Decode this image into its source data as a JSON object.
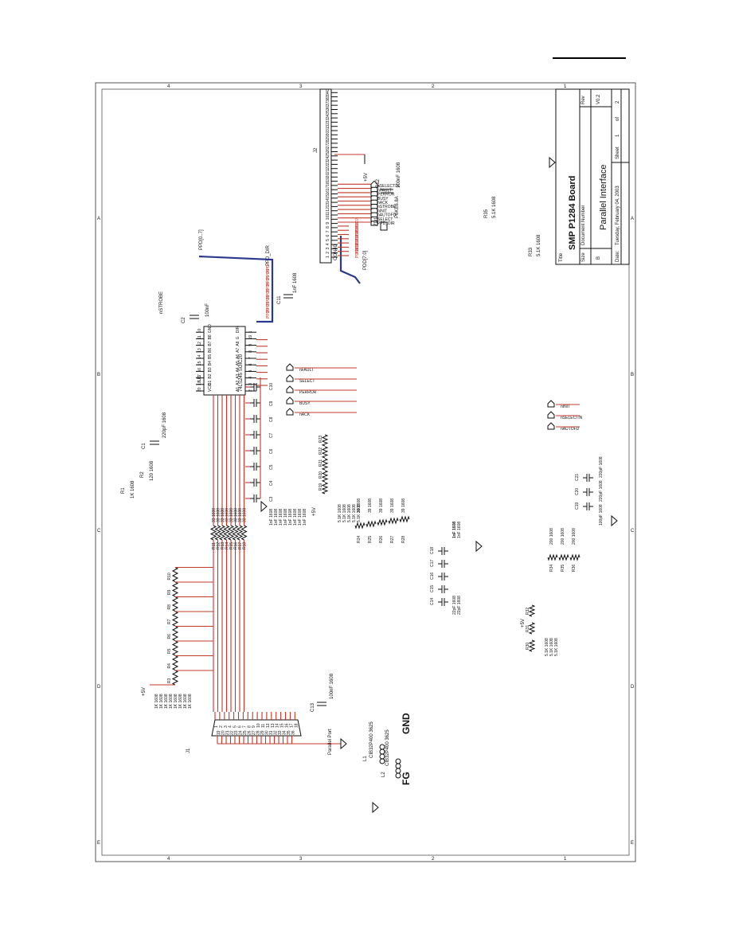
{
  "page": {
    "header_rule": true
  },
  "title_block": {
    "title_label": "Title",
    "title": "SMP  P1284 Board",
    "subtitle": "Parallel Interface",
    "size_label": "Size",
    "size": "B",
    "docnum_label": "Document Number",
    "rev_label": "Rev",
    "rev": "V0.2",
    "date_label": "Date:",
    "date": "Tuesday, February 04, 2003",
    "sheet_label": "Sheet",
    "sheet_no": "1",
    "of_label": "of",
    "sheet_total": "2"
  },
  "border": {
    "rows": [
      "4",
      "3",
      "2",
      "1"
    ],
    "cols": [
      "E",
      "D",
      "C",
      "B",
      "A"
    ]
  },
  "nets": {
    "plus5v": "+5V",
    "gnd_big": "GND",
    "fg": "FG",
    "ppd_bus": "PPD[0..7]",
    "pdd_bus": "PDD[7:0]",
    "ppd_dir": "PPD_DIR",
    "nstrobe": "nSTROBE",
    "status": [
      "nACK",
      "BUSY",
      "PERROR",
      "SELECT",
      "nFAULT"
    ],
    "control": [
      "nAUTOFD",
      "nSELECTIN",
      "nINIT"
    ]
  },
  "u1": {
    "ref": "U1",
    "part": "74LS245 SOIC20",
    "left_pins": [
      "VCC",
      "B1",
      "B2",
      "B3",
      "B4",
      "B5",
      "B6",
      "B7",
      "B8",
      "GND"
    ],
    "left_nums": [
      "20",
      "18",
      "17",
      "16",
      "15",
      "14",
      "13",
      "12",
      "11",
      "10"
    ],
    "right_pins": [
      "A1",
      "A2",
      "A3",
      "A4",
      "A5",
      "A6",
      "A7",
      "A8",
      "G",
      "DIR"
    ],
    "right_nums": [
      "2",
      "3",
      "4",
      "5",
      "6",
      "7",
      "8",
      "9",
      "19",
      "1"
    ]
  },
  "j2": {
    "ref": "J2",
    "part": "CON40",
    "pins": [
      "1",
      "2",
      "3",
      "4",
      "5",
      "6",
      "7",
      "8",
      "9",
      "10",
      "11",
      "12",
      "13",
      "14",
      "15",
      "16",
      "17",
      "18",
      "19",
      "20",
      "21",
      "22",
      "23",
      "24",
      "25",
      "26",
      "27",
      "28",
      "29",
      "30",
      "31",
      "32",
      "33",
      "34",
      "35",
      "36",
      "37",
      "38",
      "39",
      "40"
    ],
    "data_labels": [
      "PDD0",
      "PDD1",
      "PDD2",
      "PDD3",
      "PDD4",
      "PDD5",
      "PDD6",
      "PDD7"
    ],
    "signal_labels": [
      "PPD_DIR",
      "SELECT",
      "nAUTOFD",
      "nINIT",
      "nSTROBE",
      "nACK",
      "BUSY",
      "PERROR",
      "nFAULT",
      "nSELECTIN"
    ]
  },
  "j1": {
    "ref": "J1",
    "part": "Parallel Port",
    "top_pins": [
      "1",
      "2",
      "3",
      "4",
      "5",
      "6",
      "7",
      "8",
      "9",
      "10",
      "11",
      "12",
      "13",
      "14",
      "15",
      "16",
      "17",
      "18"
    ],
    "bottom_pins": [
      "19",
      "20",
      "21",
      "22",
      "23",
      "24",
      "25",
      "26",
      "27",
      "28",
      "29",
      "30",
      "31",
      "32",
      "33",
      "34",
      "35",
      "36"
    ]
  },
  "ppd_labels": [
    "PPD0",
    "PPD1",
    "PPD2",
    "PPD3",
    "PPD4",
    "PPD5",
    "PPD6",
    "PPD7"
  ],
  "parts": {
    "zd1": {
      "ref": "ZD1",
      "val": "P6KE6.8A"
    },
    "c12": {
      "ref": "C12",
      "val": "100nF 1608"
    },
    "c2": {
      "ref": "C2",
      "val": "100nF"
    },
    "c11": {
      "ref": "C11",
      "val": "1nF 1608"
    },
    "c13": {
      "ref": "C13",
      "val": "100nF 1608"
    },
    "c1": {
      "ref": "C1",
      "val": "220pF 1608"
    },
    "r1": {
      "ref": "R1",
      "val": "1K 1608"
    },
    "r2": {
      "ref": "R2",
      "val": "120 1608"
    },
    "r33": {
      "ref": "R33",
      "val": "5.1K 1608"
    },
    "r35": {
      "ref": "R35",
      "val": "5.1K 1608"
    },
    "l1": {
      "ref": "L1",
      "val": "CIB32P400 3625"
    },
    "l2": {
      "ref": "L2",
      "val": "CIB32P400 3625"
    }
  },
  "series_r": {
    "refs": [
      "R11",
      "R12",
      "R13",
      "R14",
      "R15",
      "R16",
      "R17",
      "R18"
    ],
    "val": "33 1608"
  },
  "filter_c": {
    "refs": [
      "C3",
      "C4",
      "C5",
      "C6",
      "C7",
      "C8",
      "C9",
      "C10"
    ],
    "val": "1nF 1608"
  },
  "pullup_r": {
    "refs": [
      "R3",
      "R4",
      "R5",
      "R6",
      "R7",
      "R8",
      "R9",
      "R10"
    ],
    "val": "1K 1608"
  },
  "status_pull": {
    "refs": [
      "R19",
      "R20",
      "R21",
      "R22",
      "R23"
    ],
    "val": "5.1K 1608"
  },
  "status_series": {
    "refs": [
      "R24",
      "R25",
      "R26",
      "R27",
      "R28"
    ],
    "val": "39 1608"
  },
  "status_c": {
    "refs": [
      "C14",
      "C15",
      "C16",
      "C17",
      "C18"
    ],
    "vals": [
      "22pF 1608",
      "22pF 1608",
      "1nF 1608",
      "1nF 1608",
      "1nF 1608"
    ]
  },
  "ctrl_series": {
    "refs": [
      "R34",
      "R35",
      "R36"
    ],
    "val": "200 1608"
  },
  "ctrl_pull": {
    "refs": [
      "R30",
      "R31",
      "R32"
    ],
    "val": "5.1K 1608"
  },
  "ctrl_c": {
    "refs": [
      "C19",
      "C20",
      "C21"
    ],
    "vals": [
      "100pF 1608",
      "220pF 1608",
      "220pF 1608"
    ]
  }
}
